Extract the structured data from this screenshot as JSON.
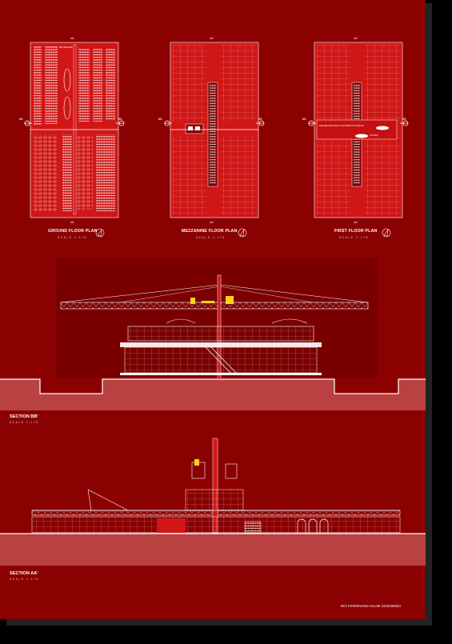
{
  "colors": {
    "sheet": "#8b0000",
    "plan_fill": "#d01616",
    "line": "#ffffff",
    "ground_band": "#b94141",
    "accent": "#ffd21a"
  },
  "plans": [
    {
      "title": "GROUND FLOOR PLAN",
      "scale": "SCALE 1:175"
    },
    {
      "title": "MEZZANINE FLOOR PLAN",
      "scale": "SCALE 1:175"
    },
    {
      "title": "FIRST FLOOR PLAN",
      "scale": "SCALE 1:175"
    }
  ],
  "section_marks": {
    "top": "AA'",
    "bottom": "AA'",
    "left": "BB'",
    "right": "BB'"
  },
  "plan_notes": {
    "entrance": "ENTRANCE",
    "library": "PELABUHAN RATU EXHIBITION SPACE",
    "kitchen": "KITCHEN"
  },
  "sections": [
    {
      "title": "SECTION BB'",
      "scale": "SCALE 1:175"
    },
    {
      "title": "SECTION AA'",
      "scale": "SCALE 1:175"
    }
  ],
  "author": "RIO FERDINAND HALIM 1002268004"
}
